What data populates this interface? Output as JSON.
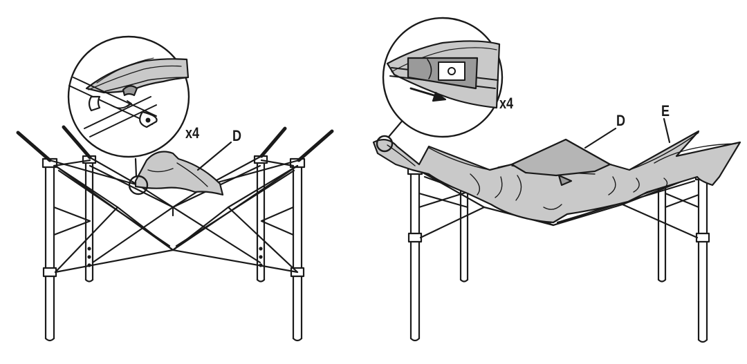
{
  "diagram": {
    "left_step": {
      "multiplier_label": "x4",
      "part_label": "D"
    },
    "right_step": {
      "multiplier_label": "x4",
      "part_label_d": "D",
      "part_label_e": "E"
    }
  },
  "colors": {
    "line": "#1a1a1a",
    "fabric": "#c9c9c9",
    "fabric_dark": "#9a9a9a",
    "background": "#ffffff"
  }
}
